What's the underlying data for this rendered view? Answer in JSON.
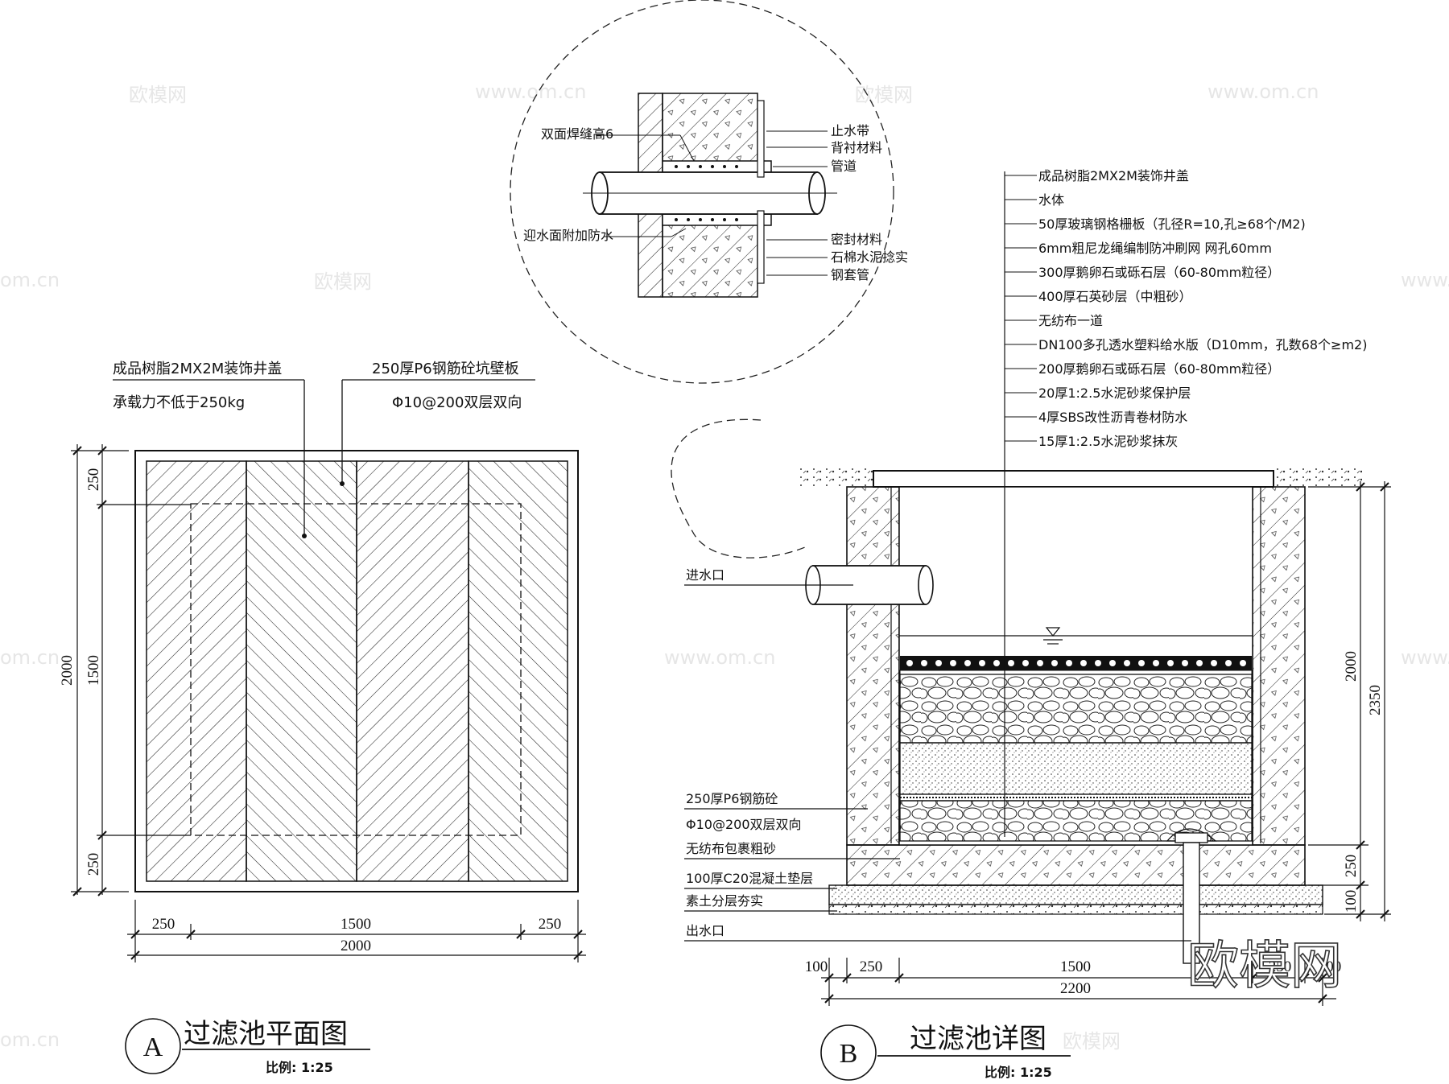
{
  "plan": {
    "title": "过滤池平面图",
    "label": "A",
    "scale": "比例: 1:25",
    "callouts": {
      "cover_1": "成品树脂2MX2M装饰井盖",
      "cover_2": "承载力不低于250kg",
      "wall_1": "250厚P6钢筋砼坑壁板",
      "wall_2": "Φ10@200双层双向"
    },
    "dims": {
      "left_top": "250",
      "left_mid": "1500",
      "left_bottom": "250",
      "left_total": "2000",
      "bottom_left": "250",
      "bottom_mid": "1500",
      "bottom_right": "250",
      "bottom_total": "2000"
    }
  },
  "detail": {
    "title": "过滤池详图",
    "label": "B",
    "scale": "比例: 1:25",
    "layers": [
      "成品树脂2MX2M装饰井盖",
      "水体",
      "50厚玻璃钢格栅板（孔径R=10,孔≥68个/M2)",
      "6mm粗尼龙绳编制防冲刷网 网孔60mm",
      "300厚鹅卵石或砾石层（60-80mm粒径）",
      "400厚石英砂层（中粗砂）",
      "无纺布一道",
      "DN100多孔透水塑料给水版（D10mm，孔数68个≥m2)",
      "200厚鹅卵石或砾石层（60-80mm粒径）",
      "20厚1:2.5水泥砂浆保护层",
      "4厚SBS改性沥青卷材防水",
      "15厚1:2.5水泥砂浆抹灰"
    ],
    "left_labels": {
      "inlet": "进水口",
      "wall_1": "250厚P6钢筋砼",
      "wall_2": "Φ10@200双层双向",
      "geotextile": "无纺布包裹粗砂",
      "base": "100厚C20混凝土垫层",
      "soil": "素土分层夯实",
      "outlet": "出水口"
    },
    "dims": {
      "right_2000": "2000",
      "right_250": "250",
      "right_100": "100",
      "right_2350": "2350",
      "bottom_100_l": "100",
      "bottom_250_l": "250",
      "bottom_1500": "1500",
      "bottom_250_r": "250",
      "bottom_100_r": "100",
      "bottom_total": "2200"
    }
  },
  "pipe_detail": {
    "left_labels": [
      "双面焊缝高6",
      "迎水面附加防水"
    ],
    "right_labels": [
      "止水带",
      "背衬材料",
      "管道",
      "密封材料",
      "石棉水泥捻实",
      "钢套管"
    ]
  },
  "watermarks": {
    "brand": "欧模网",
    "site": "www.om.cn",
    "domain": "om.cn"
  }
}
